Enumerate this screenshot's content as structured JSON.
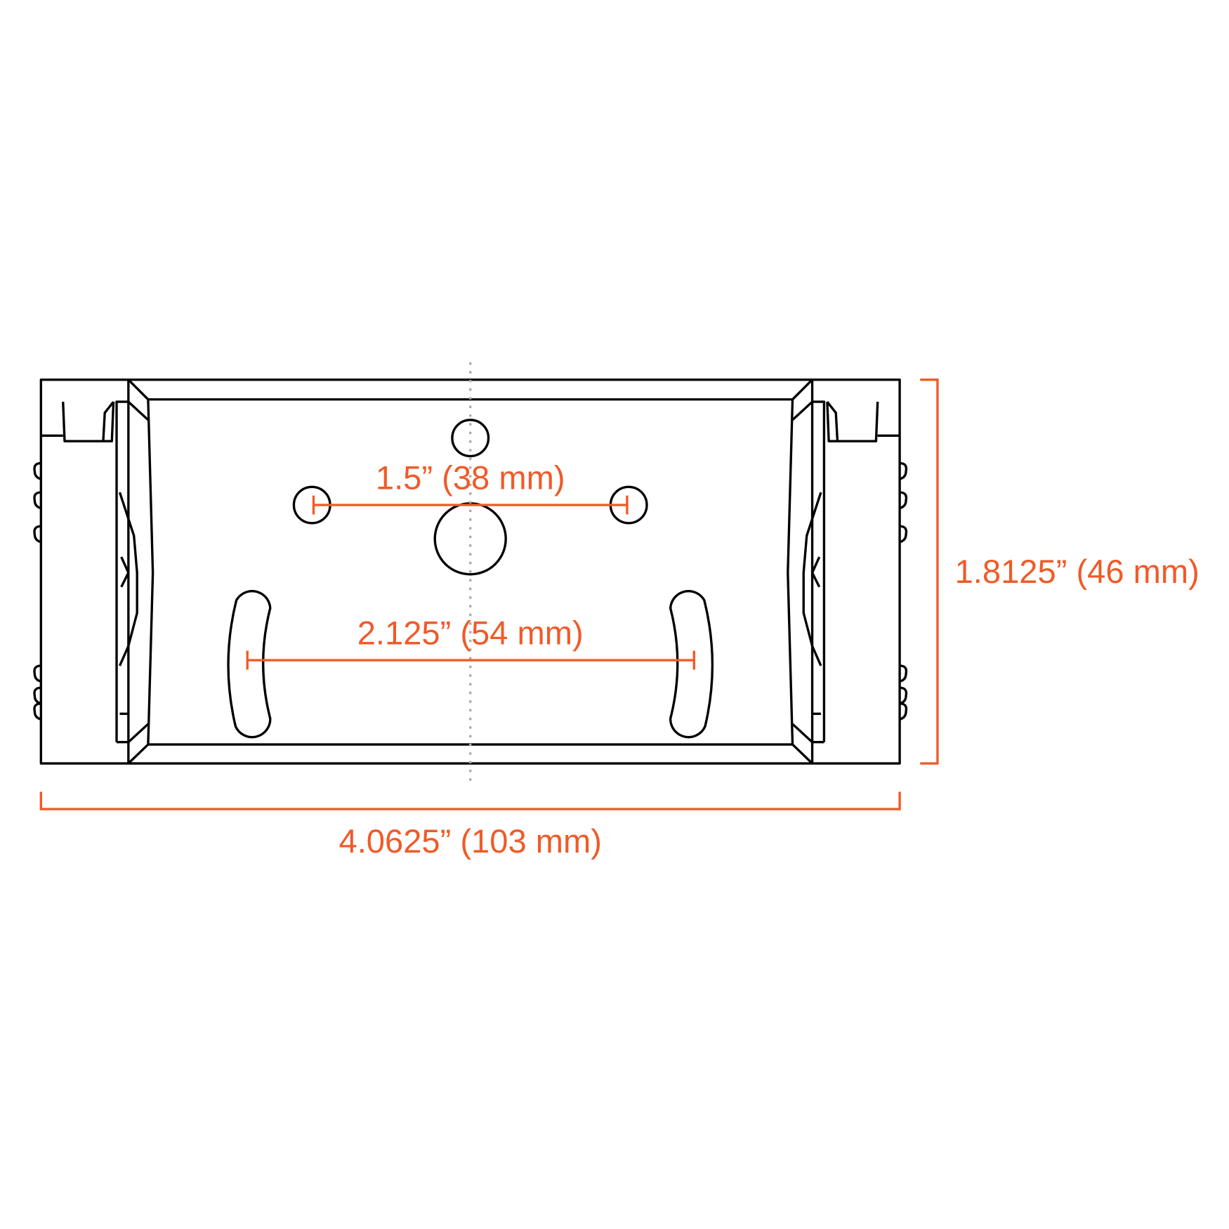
{
  "colors": {
    "accent": "#f05a28",
    "line": "#000000",
    "centerline": "#aaaaaa"
  },
  "dimensions": {
    "hole_spacing": "1.5” (38 mm)",
    "slot_spacing": "2.125” (54 mm)",
    "height": "1.8125” (46 mm)",
    "width": "4.0625” (103 mm)"
  }
}
